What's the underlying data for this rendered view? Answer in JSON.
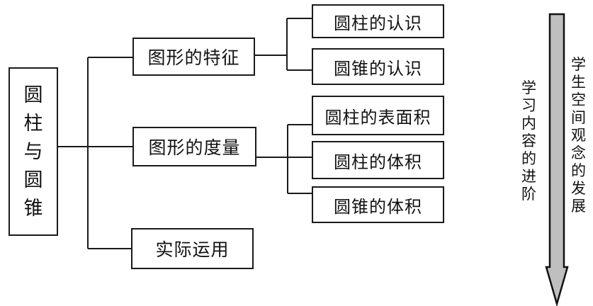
{
  "diagram": {
    "root": {
      "label": "圆柱与圆锥"
    },
    "branches": [
      {
        "label": "图形的特征",
        "children": [
          {
            "label": "圆柱的认识"
          },
          {
            "label": "圆锥的认识"
          }
        ]
      },
      {
        "label": "图形的度量",
        "children": [
          {
            "label": "圆柱的表面积"
          },
          {
            "label": "圆柱的体积"
          },
          {
            "label": "圆锥的体积"
          }
        ]
      },
      {
        "label": "实际运用",
        "children": []
      }
    ],
    "arrow": {
      "left_label": "学习内容的进阶",
      "right_label": "学生空间观念的发展",
      "fill_color": "#bfbfbf",
      "stroke_color": "#111111"
    },
    "line_color": "#1a1a1a"
  }
}
